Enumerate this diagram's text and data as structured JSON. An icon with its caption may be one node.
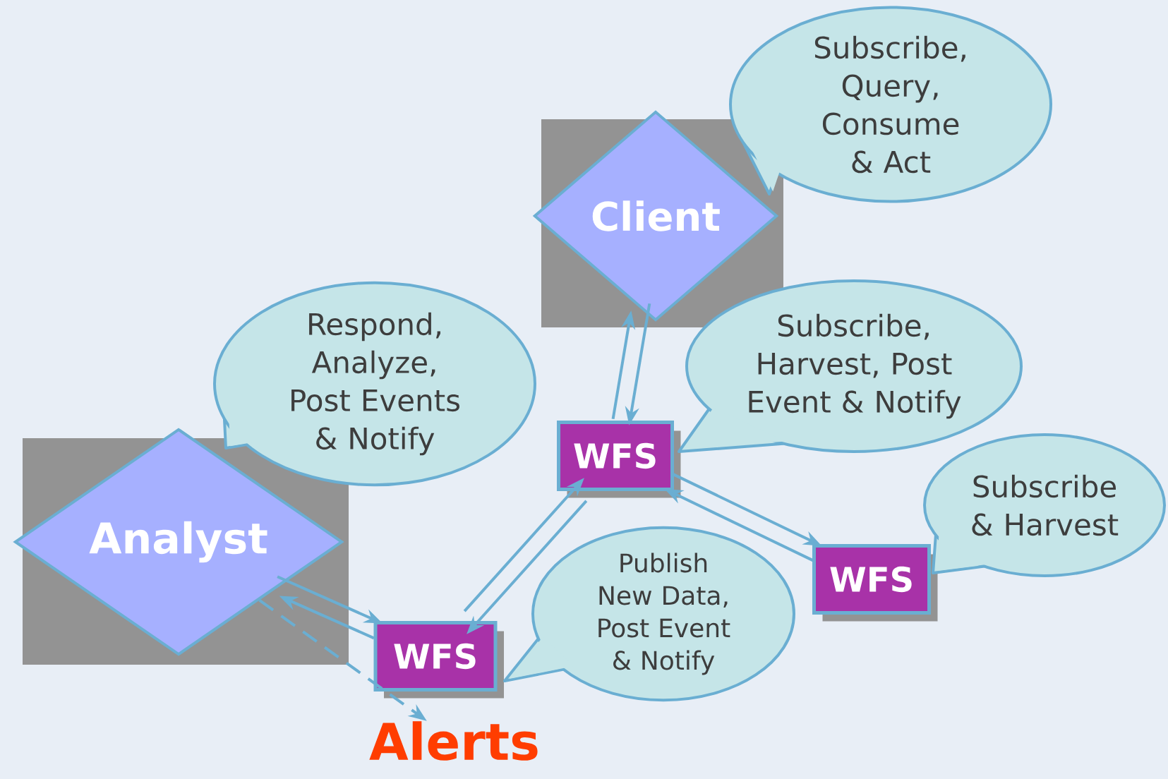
{
  "diagram": {
    "nodes": [
      {
        "text": [
          "Subscribe, Query, Consume & Act"
        ]
      },
      {
        "text": [
          "Client"
        ]
      },
      {
        "text": [
          "Respond, Analyze, Post Events & Notify"
        ]
      },
      {
        "text": [
          "Subscribe, Harvest, Post Event & Notify"
        ]
      },
      {
        "text": [
          "WFS"
        ]
      },
      {
        "text": [
          "Analyst"
        ]
      },
      {
        "text": [
          "Subscribe & Harvest"
        ]
      },
      {
        "text": [
          "WFS"
        ]
      },
      {
        "text": [
          "Publish New Data, Post Event & Notify"
        ]
      },
      {
        "text": [
          "WFS"
        ]
      },
      {
        "text": [
          "Alerts"
        ]
      }
    ],
    "edges": [
      {
        "from": 4,
        "to": 1,
        "arrow": "to"
      },
      {
        "from": 1,
        "to": 4,
        "arrow": "to"
      },
      {
        "from": 9,
        "to": 4,
        "arrow": "to"
      },
      {
        "from": 4,
        "to": 9,
        "arrow": "to"
      },
      {
        "from": 7,
        "to": 4,
        "arrow": "to"
      },
      {
        "from": 4,
        "to": 7,
        "arrow": "to"
      },
      {
        "from": 9,
        "to": 5,
        "arrow": "to"
      },
      {
        "from": 5,
        "to": 9,
        "arrow": "to"
      },
      {
        "from": 5,
        "to": 10,
        "arrow": "to",
        "style": "dashed"
      }
    ]
  }
}
